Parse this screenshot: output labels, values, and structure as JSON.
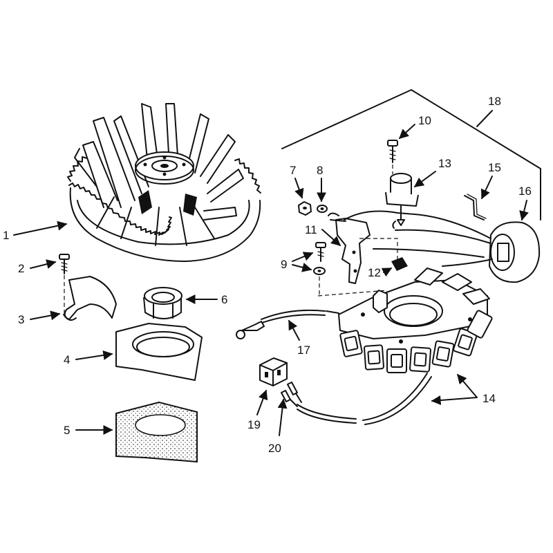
{
  "diagram": {
    "callouts": [
      {
        "id": "1",
        "label": "1"
      },
      {
        "id": "2",
        "label": "2"
      },
      {
        "id": "3",
        "label": "3"
      },
      {
        "id": "4",
        "label": "4"
      },
      {
        "id": "5",
        "label": "5"
      },
      {
        "id": "6",
        "label": "6"
      },
      {
        "id": "7",
        "label": "7"
      },
      {
        "id": "8",
        "label": "8"
      },
      {
        "id": "9",
        "label": "9"
      },
      {
        "id": "10",
        "label": "10"
      },
      {
        "id": "11",
        "label": "11"
      },
      {
        "id": "12",
        "label": "12"
      },
      {
        "id": "13",
        "label": "13"
      },
      {
        "id": "14",
        "label": "14"
      },
      {
        "id": "15",
        "label": "15"
      },
      {
        "id": "16",
        "label": "16"
      },
      {
        "id": "17",
        "label": "17"
      },
      {
        "id": "18",
        "label": "18"
      },
      {
        "id": "19",
        "label": "19"
      },
      {
        "id": "20",
        "label": "20"
      }
    ],
    "colors": {
      "ink": "#111111",
      "background": "#ffffff"
    }
  }
}
